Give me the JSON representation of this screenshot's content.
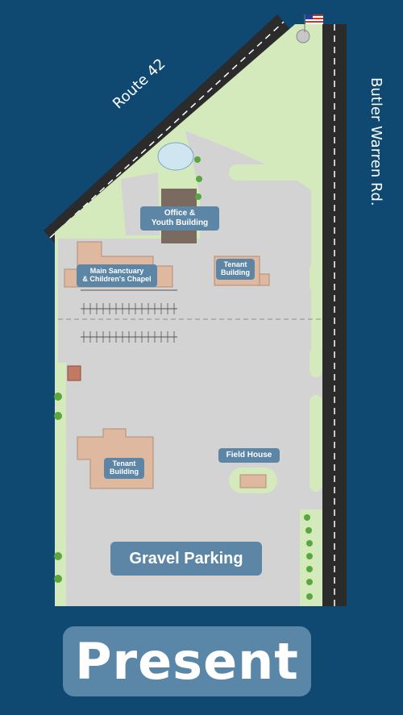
{
  "map": {
    "roads": {
      "diagonal": "Route 42",
      "vertical": "Butler Warren Rd."
    },
    "buildings": {
      "office_youth": [
        "Office &",
        "Youth Building"
      ],
      "main_sanctuary": [
        "Main Sanctuary",
        "& Children's Chapel"
      ],
      "tenant_north": [
        "Tenant",
        "Building"
      ],
      "tenant_south": [
        "Tenant",
        "Building"
      ],
      "field_house": "Field House"
    },
    "areas": {
      "gravel_parking": "Gravel Parking"
    },
    "phase": "Present"
  },
  "colors": {
    "background": "#0f4870",
    "grass": "#d4eabc",
    "pavement": "#d3d3d3",
    "building": "#deb89f",
    "label": "#5d86a6",
    "road": "#2b2b2b"
  },
  "icons": [
    "american-flag-icon",
    "flagpole-icon",
    "tree-icon",
    "pond-icon"
  ]
}
